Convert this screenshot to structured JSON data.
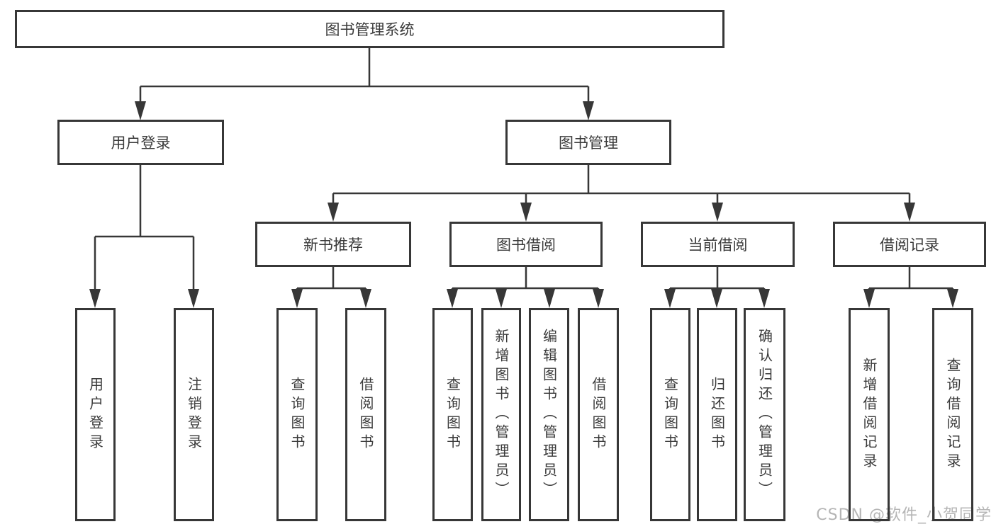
{
  "diagram": {
    "root": {
      "label": "图书管理系统"
    },
    "level2": [
      {
        "label": "用户登录"
      },
      {
        "label": "图书管理"
      }
    ],
    "level3": [
      {
        "label": "新书推荐",
        "parent": "图书管理"
      },
      {
        "label": "图书借阅",
        "parent": "图书管理"
      },
      {
        "label": "当前借阅",
        "parent": "图书管理"
      },
      {
        "label": "借阅记录",
        "parent": "图书管理"
      }
    ],
    "leaves": [
      {
        "label": "用户登录",
        "parent": "用户登录"
      },
      {
        "label": "注销登录",
        "parent": "用户登录"
      },
      {
        "label": "查询图书",
        "parent": "新书推荐"
      },
      {
        "label": "借阅图书",
        "parent": "新书推荐"
      },
      {
        "label": "查询图书",
        "parent": "图书借阅"
      },
      {
        "label": "新增图书（管理员）",
        "parent": "图书借阅"
      },
      {
        "label": "编辑图书（管理员）",
        "parent": "图书借阅"
      },
      {
        "label": "借阅图书",
        "parent": "图书借阅"
      },
      {
        "label": "查询图书",
        "parent": "当前借阅"
      },
      {
        "label": "归还图书",
        "parent": "当前借阅"
      },
      {
        "label": "确认归还（管理员）",
        "parent": "当前借阅"
      },
      {
        "label": "新增借阅记录",
        "parent": "借阅记录"
      },
      {
        "label": "查询借阅记录",
        "parent": "借阅记录"
      }
    ],
    "watermark": "CSDN @软件_小贺同学",
    "colors": {
      "line": "#373737",
      "text": "#3a3a3a",
      "watermark": "#b5b5b5",
      "background": "#ffffff"
    }
  }
}
